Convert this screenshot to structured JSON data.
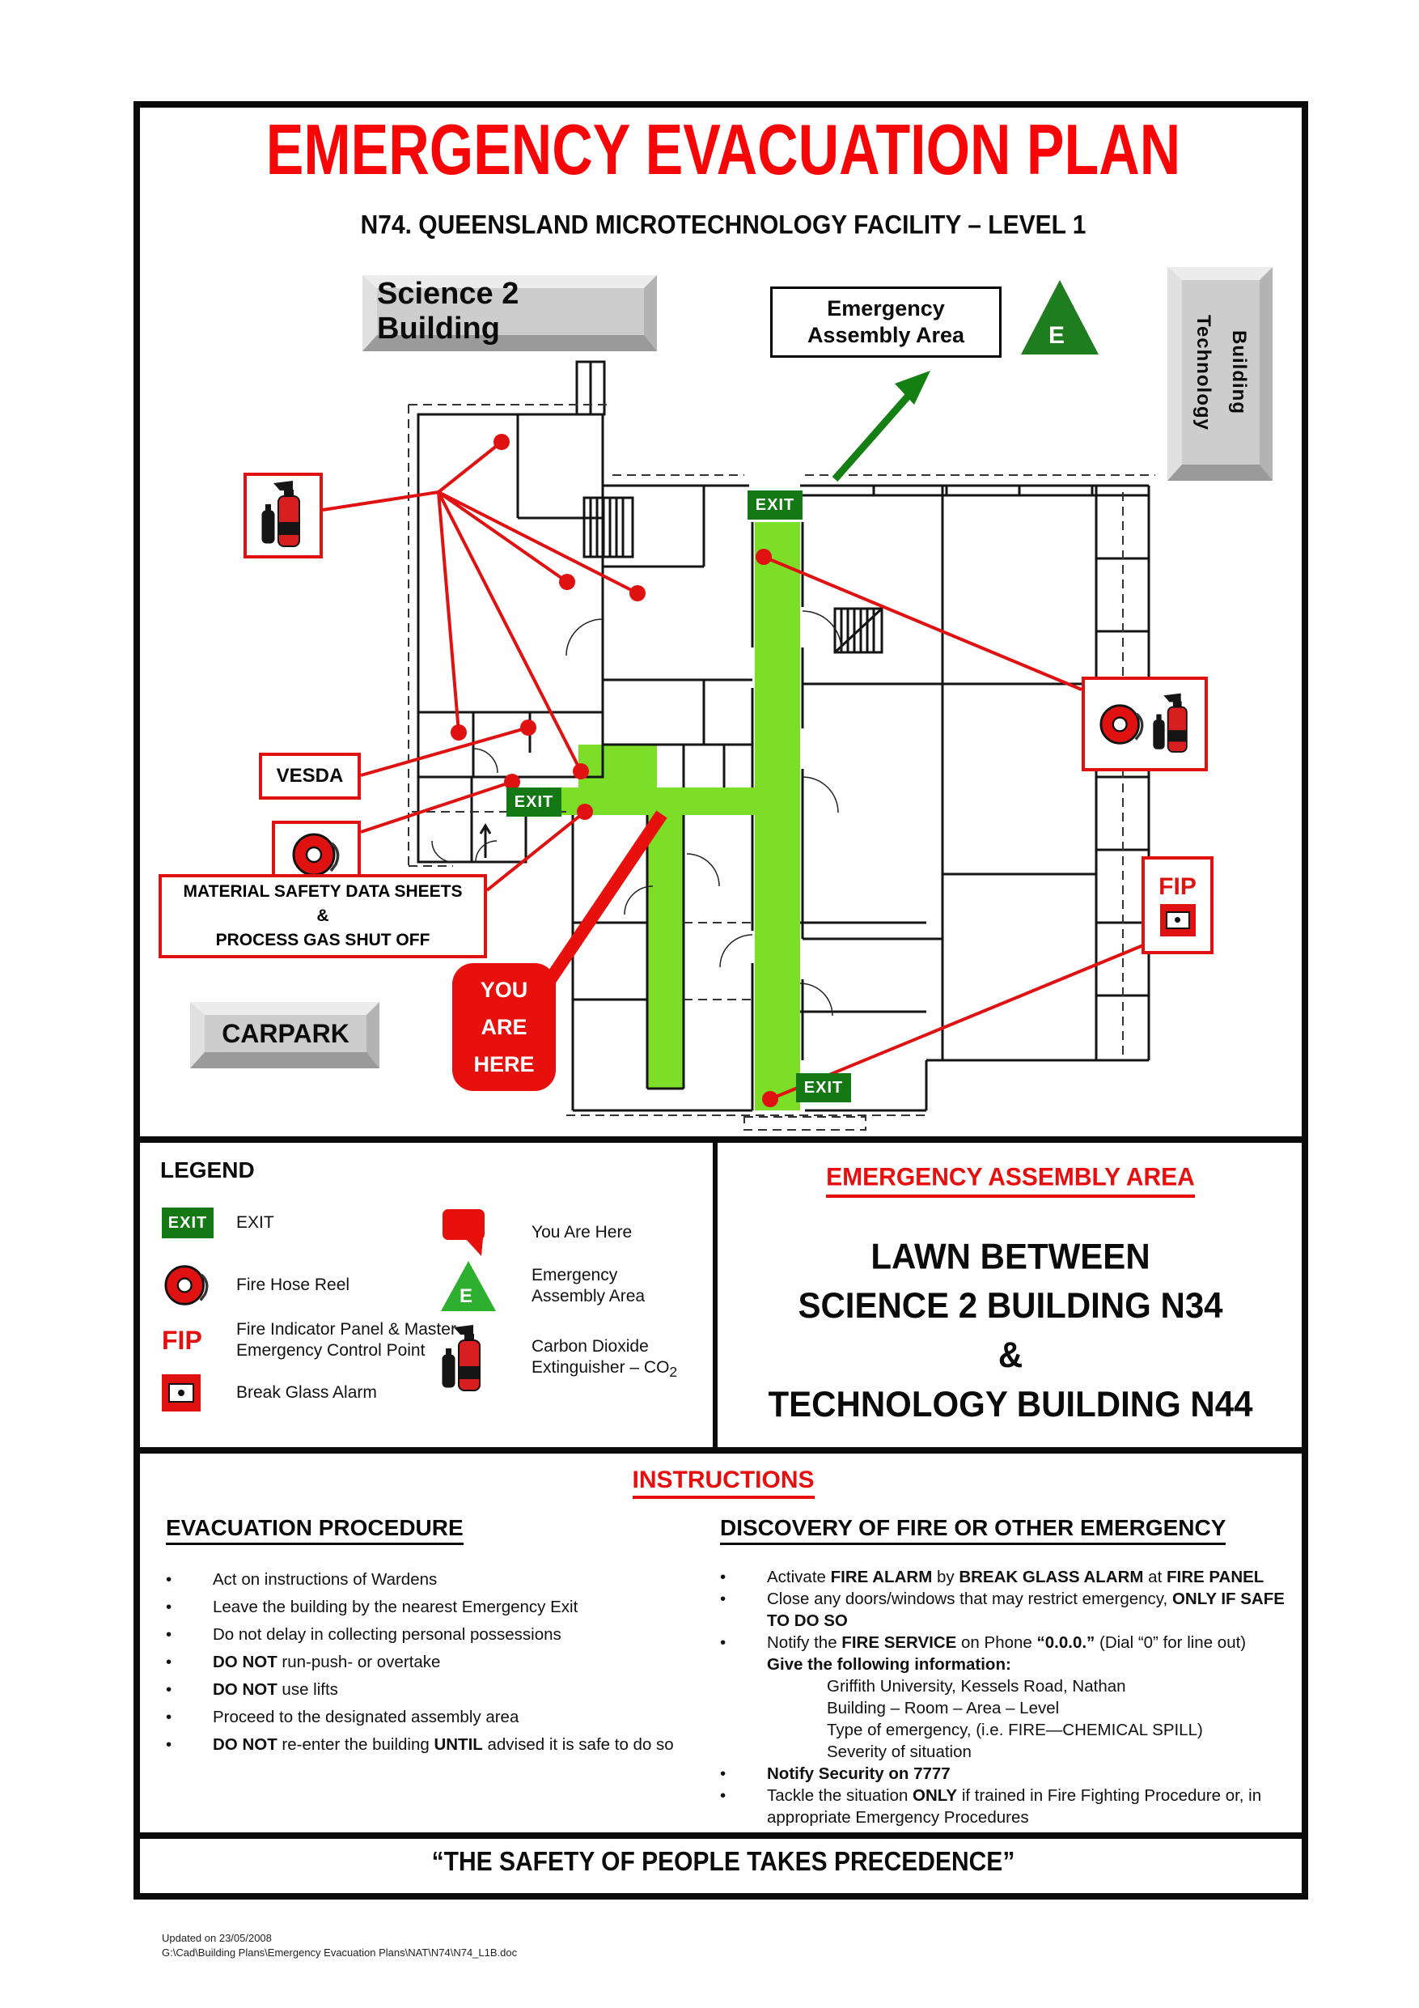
{
  "header": {
    "title": "EMERGENCY EVACUATION PLAN",
    "subtitle": "N74. QUEENSLAND MICROTECHNOLOGY FACILITY – LEVEL 1"
  },
  "plan": {
    "science2_label": "Science 2 Building",
    "technology_label": "Technology Building",
    "carpark_label": "CARPARK",
    "assembly_label_lines": [
      "Emergency",
      "Assembly Area"
    ],
    "triangle_letter": "E",
    "exit_label": "EXIT",
    "vesda_label": "VESDA",
    "msds_lines": [
      "MATERIAL SAFETY DATA SHEETS",
      "&",
      "PROCESS GAS SHUT OFF"
    ],
    "you_are_here_lines": [
      "YOU",
      "ARE",
      "HERE"
    ],
    "fip_label": "FIP"
  },
  "legend": {
    "heading": "LEGEND",
    "exit_icon_text": "EXIT",
    "exit_label": "EXIT",
    "hose_label": "Fire Hose Reel",
    "fip_icon_text": "FIP",
    "fip_label": "Fire Indicator Panel & Master Emergency Control Point",
    "break_glass_label": "Break Glass Alarm",
    "you_are_here_label": "You Are Here",
    "assembly_label": "Emergency Assembly Area",
    "co2_label_segments": [
      "Carbon Dioxide Extinguisher – CO",
      {
        "sub": "2"
      }
    ]
  },
  "assembly": {
    "heading": "EMERGENCY ASSEMBLY AREA",
    "lines": [
      "LAWN BETWEEN",
      "SCIENCE 2 BUILDING N34",
      "&",
      "TECHNOLOGY BUILDING N44"
    ]
  },
  "instructions": {
    "heading": "INSTRUCTIONS",
    "left": {
      "heading": "EVACUATION PROCEDURE",
      "items": [
        {
          "style": "bullet",
          "segments": [
            "Act on instructions of Wardens"
          ]
        },
        {
          "style": "bullet",
          "segments": [
            "Leave the building by the nearest Emergency Exit"
          ]
        },
        {
          "style": "bullet",
          "segments": [
            "Do not delay in collecting personal possessions"
          ]
        },
        {
          "style": "bullet",
          "segments": [
            {
              "b": "DO NOT"
            },
            " run-push- or overtake"
          ]
        },
        {
          "style": "bullet",
          "segments": [
            {
              "b": "DO NOT"
            },
            " use lifts"
          ]
        },
        {
          "style": "bullet",
          "segments": [
            "Proceed to the designated assembly area"
          ]
        },
        {
          "style": "bullet",
          "segments": [
            {
              "b": "DO NOT"
            },
            " re-enter the building ",
            {
              "b": "UNTIL"
            },
            " advised it is safe to do so"
          ]
        }
      ]
    },
    "right": {
      "heading": "DISCOVERY OF FIRE OR OTHER EMERGENCY",
      "items": [
        {
          "style": "bullet",
          "segments": [
            "Activate ",
            {
              "b": "FIRE ALARM"
            },
            " by ",
            {
              "b": "BREAK GLASS ALARM"
            },
            " at ",
            {
              "b": "FIRE PANEL"
            }
          ]
        },
        {
          "style": "bullet",
          "segments": [
            "Close any doors/windows that may restrict emergency, ",
            {
              "b": "ONLY IF SAFE TO DO SO"
            }
          ]
        },
        {
          "style": "bullet",
          "segments": [
            "Notify the ",
            {
              "b": "FIRE SERVICE"
            },
            " on Phone ",
            {
              "b": "“0.0.0.”"
            },
            " (Dial “0” for line out)"
          ]
        },
        {
          "style": "plain",
          "segments": [
            {
              "b": "Give the following information:"
            }
          ]
        },
        {
          "style": "indent",
          "segments": [
            "Griffith University, Kessels Road, Nathan"
          ]
        },
        {
          "style": "indent",
          "segments": [
            "Building – Room – Area – Level"
          ]
        },
        {
          "style": "indent",
          "segments": [
            "Type of emergency, (i.e. FIRE—CHEMICAL SPILL)"
          ]
        },
        {
          "style": "indent",
          "segments": [
            "Severity of situation"
          ]
        },
        {
          "style": "bullet",
          "segments": [
            {
              "b": "Notify Security on 7777"
            }
          ]
        },
        {
          "style": "bullet",
          "segments": [
            "Tackle the situation ",
            {
              "b": "ONLY"
            },
            " if trained in Fire Fighting Procedure or, in appropriate Emergency Procedures"
          ]
        }
      ]
    }
  },
  "slogan": "“THE SAFETY OF PEOPLE TAKES PRECEDENCE”",
  "footer": {
    "line1": "Updated on 23/05/2008",
    "line2": "G:\\Cad\\Building Plans\\Emergency Evacuation Plans\\NAT\\N74\\N74_L1B.doc"
  },
  "colors": {
    "accent_red": "#e01111",
    "title_red": "#f60606",
    "corridor_green": "#7cde26",
    "exit_sign_green": "#147814",
    "assembly_triangle_green": "#1e7d1e",
    "legend_triangle_green": "#2faf2f",
    "tag_gray": "#cdcdcd"
  }
}
